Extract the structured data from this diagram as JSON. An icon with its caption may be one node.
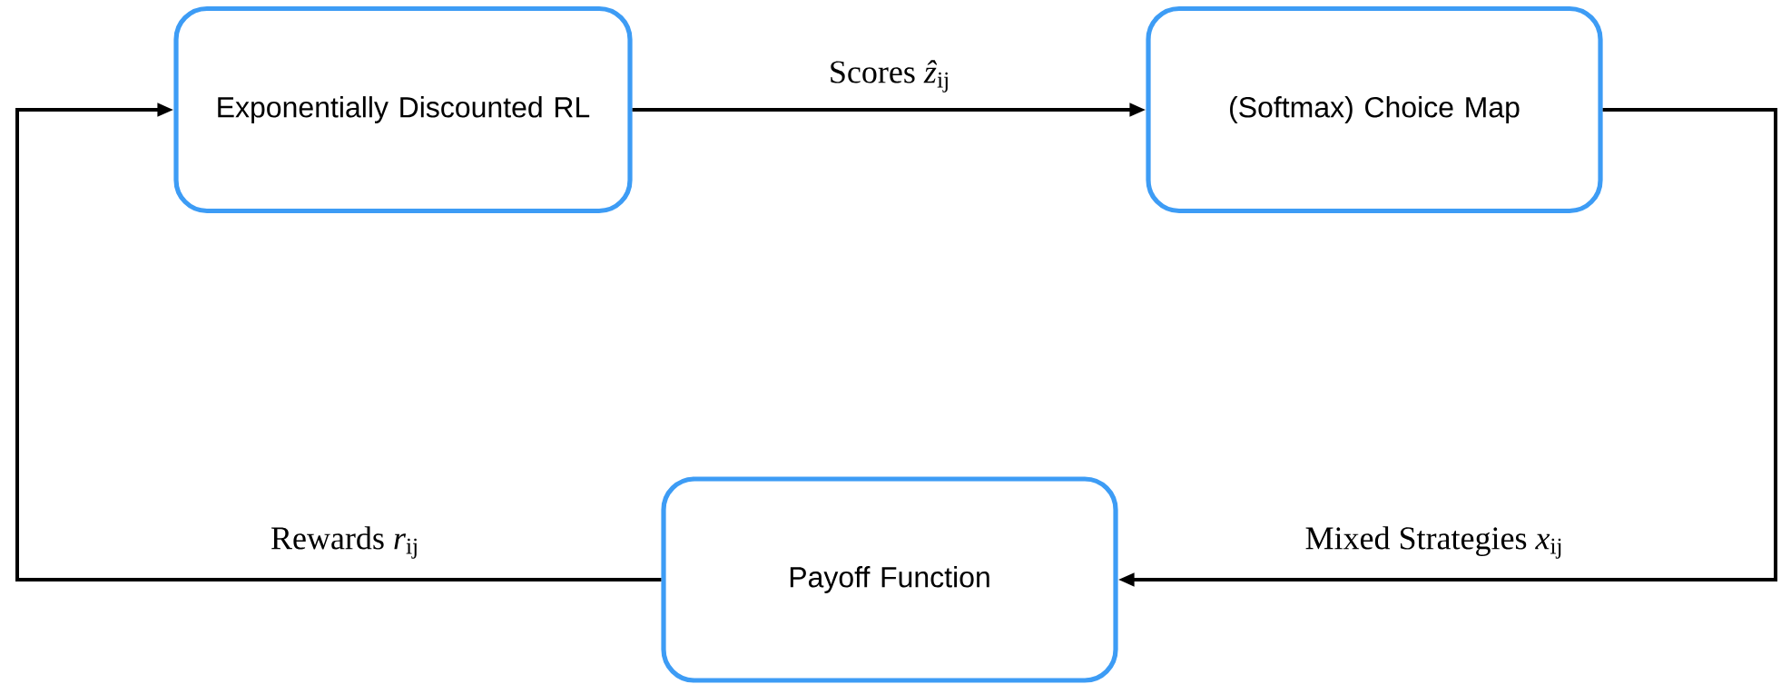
{
  "diagram": {
    "nodes": [
      {
        "text": [
          "Exponentially Discounted RL"
        ]
      },
      {
        "text": [
          "(Softmax) Choice Map"
        ]
      },
      {
        "text": [
          "Payoff Function"
        ]
      }
    ],
    "edges": [
      {
        "from": 0,
        "to": 1,
        "arrow": "to",
        "label": "Scores *ẑ*$_{ij}$"
      },
      {
        "from": 1,
        "to": 2,
        "arrow": "to",
        "label": "Mixed Strategies *x*$_{ij}$"
      },
      {
        "from": 2,
        "to": 0,
        "arrow": "to",
        "label": "Rewards *r*$_{ij}$"
      }
    ]
  }
}
